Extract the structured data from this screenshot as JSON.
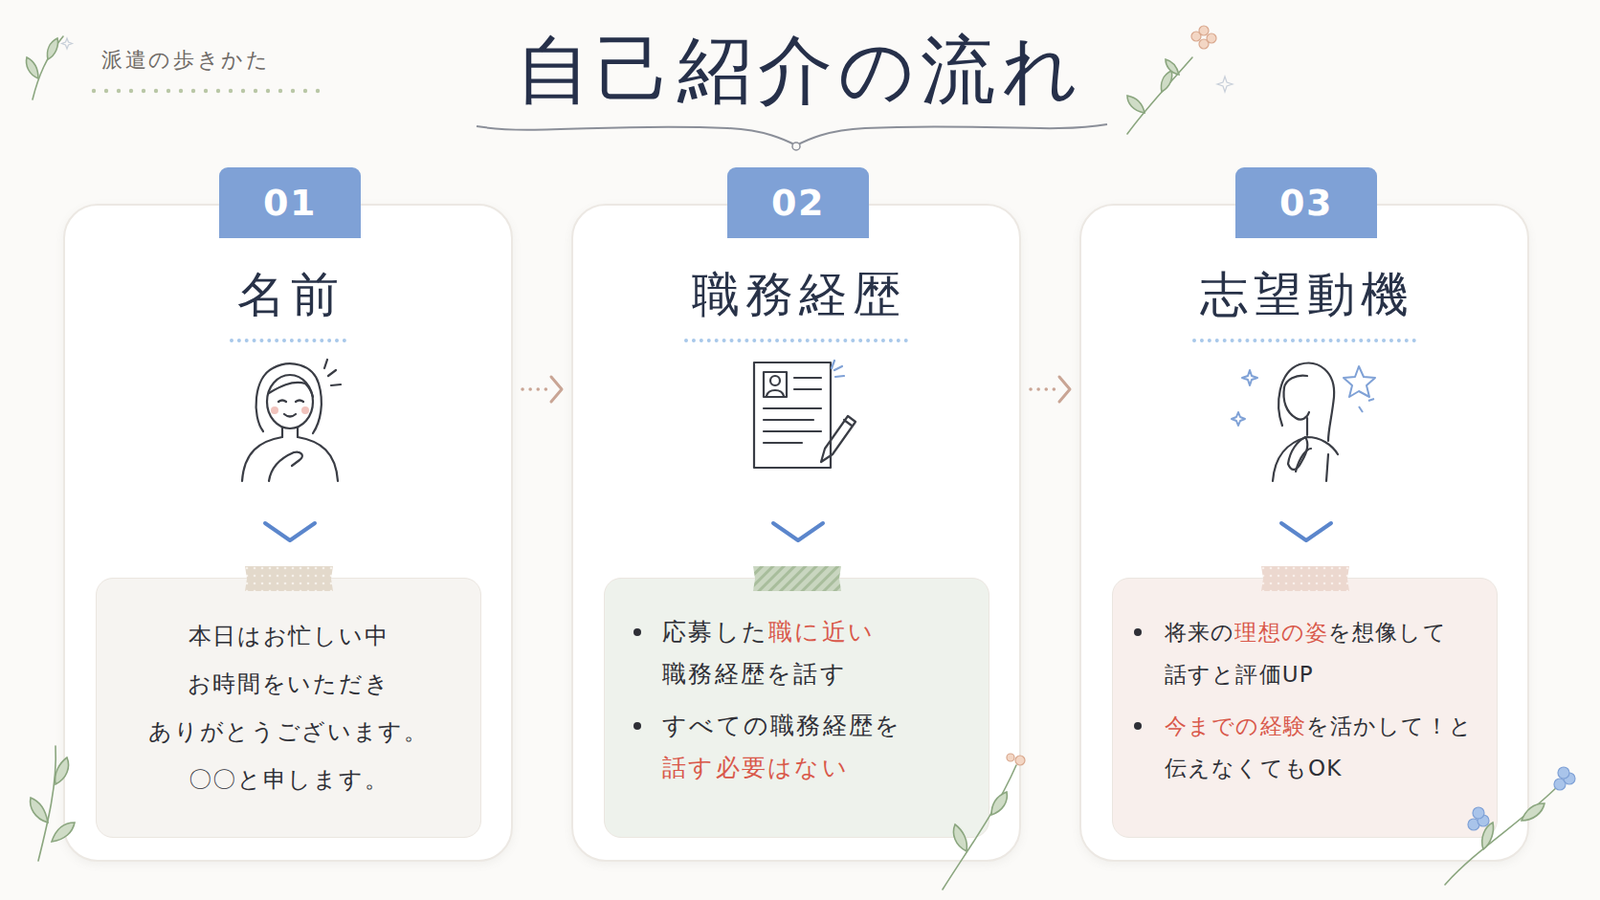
{
  "diagram": {
    "title": "自己紹介の流れ",
    "nodes": [
      {
        "text": [
          "名前"
        ]
      },
      {
        "text": [
          "01"
        ],
        "in": 0
      },
      {
        "text": [
          "本日はお忙しい中 お時間をいただき ありがとうございます。 〇〇と申します。"
        ],
        "in": 0
      },
      {
        "text": [
          "職務経歴"
        ]
      },
      {
        "text": [
          "02"
        ],
        "in": 3
      },
      {
        "text": [
          "応募した職に近い 職務経歴を話す",
          "すべての職務経歴を 話す必要はない"
        ],
        "in": 3
      },
      {
        "text": [
          "志望動機"
        ]
      },
      {
        "text": [
          "03"
        ],
        "in": 6
      },
      {
        "text": [
          "将来の理想の姿を想像して 話すと評価UP",
          "今までの経験を活かして！と 伝えなくてもOK"
        ],
        "in": 6
      }
    ],
    "edges": [
      {
        "from": 0,
        "to": 3,
        "arrow": "to"
      },
      {
        "from": 3,
        "to": 6,
        "arrow": "to"
      }
    ],
    "labels": [
      "派遣の歩きかた"
    ]
  }
}
